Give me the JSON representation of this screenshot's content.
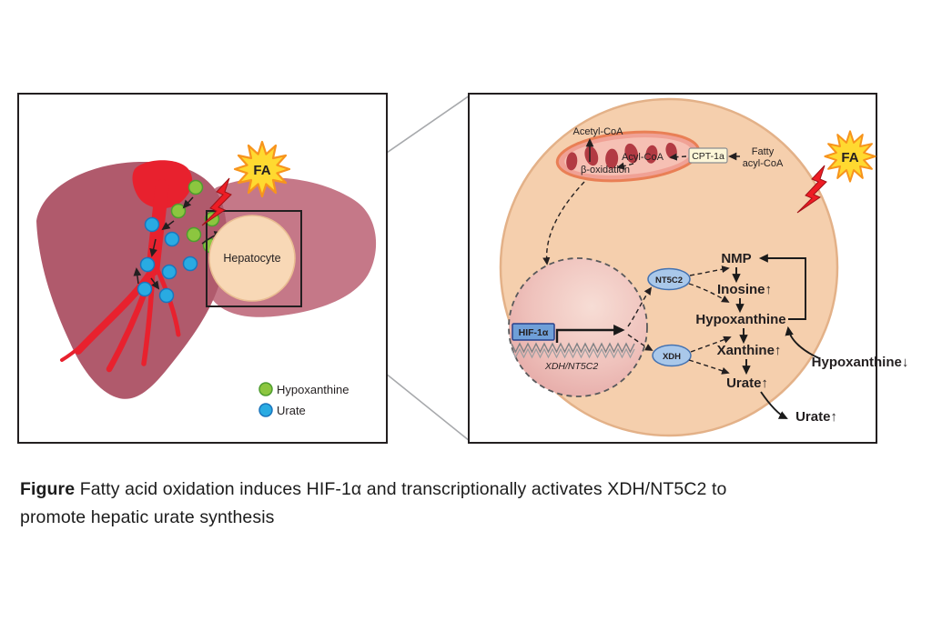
{
  "caption": {
    "label": "Figure",
    "line1": " Fatty acid oxidation induces HIF-1α and transcriptionally activates XDH/NT5C2 to",
    "line2": "promote hepatic urate synthesis"
  },
  "left_panel": {
    "fa_badge": "FA",
    "hepatocyte_label": "Hepatocyte",
    "legend": {
      "hypoxanthine": "Hypoxanthine",
      "urate": "Urate"
    }
  },
  "right_panel": {
    "fa_badge": "FA",
    "mitochondrion": {
      "acetyl_coa": "Acetyl-CoA",
      "acyl_coa": "Acyl-CoA",
      "beta_oxidation": "β-oxidation",
      "cpt1a": "CPT-1a",
      "fatty_line1": "Fatty",
      "fatty_line2": "acyl-CoA"
    },
    "nucleus": {
      "hif1a": "HIF-1α",
      "gene_label": "XDH/NT5C2"
    },
    "enzymes": {
      "nt5c2": "NT5C2",
      "xdh": "XDH"
    },
    "pathway": {
      "nmp": "NMP",
      "inosine": "Inosine↑",
      "hypoxanthine": "Hypoxanthine",
      "xanthine": "Xanthine↑",
      "urate": "Urate↑"
    },
    "extracellular": {
      "hypoxanthine": "Hypoxanthine↓",
      "urate": "Urate↑"
    }
  },
  "colors": {
    "hypoxanthine_dot": "#8cc63f",
    "urate_dot": "#29abe2",
    "fa_star_fill": "#ffd930",
    "fa_star_stroke": "#f7941d",
    "cell_fill": "#f5cfad",
    "enzyme_fill": "#a9c8ea",
    "hif_box_fill": "#6f9fd8",
    "vessel_red": "#e8212e",
    "lightning_red": "#ed1c24"
  }
}
